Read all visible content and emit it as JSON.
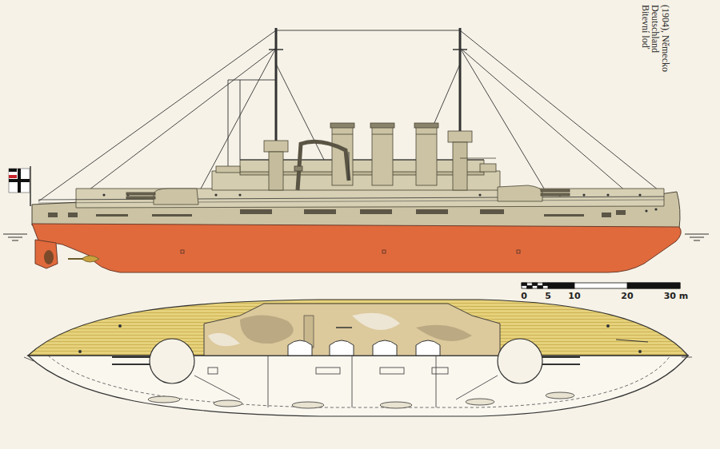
{
  "diagram": {
    "title": "Bitevní loď Deutschland (1904), Německo",
    "labels": [
      "0",
      "5",
      "10",
      "20",
      "30 m"
    ]
  }
}
